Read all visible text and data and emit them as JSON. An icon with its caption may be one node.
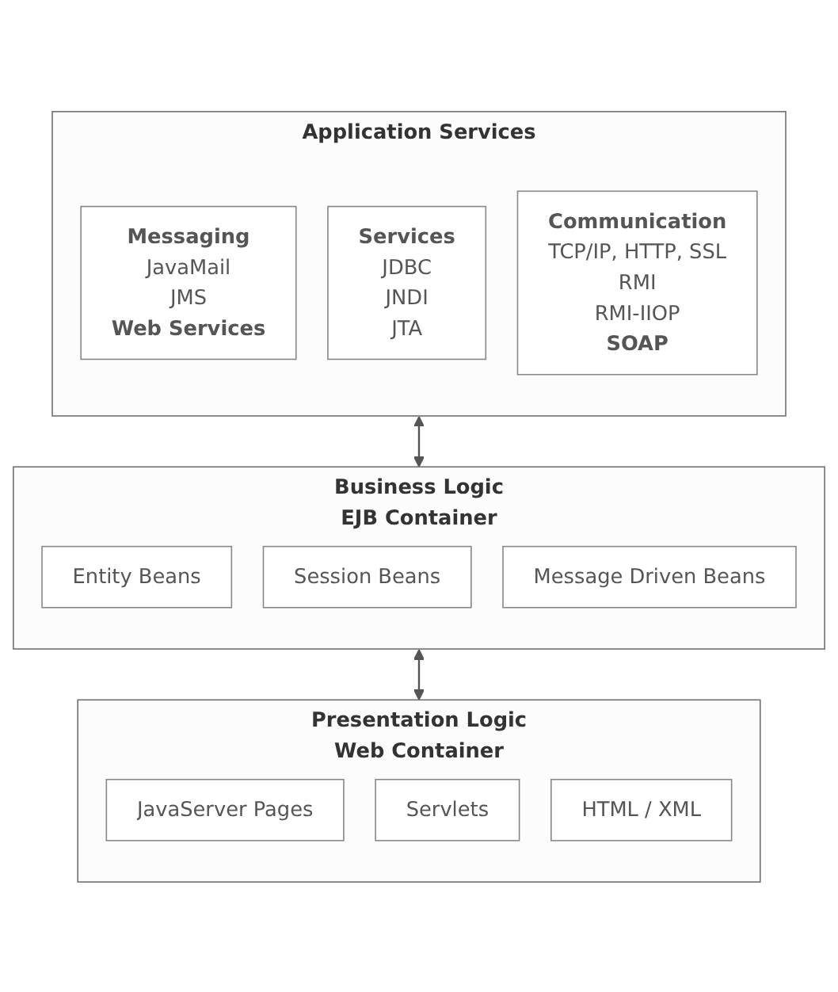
{
  "diagram": {
    "nodes": [
      {
        "text": [
          "Application Services"
        ]
      },
      {
        "text": [
          "Messaging",
          "JavaMail",
          "JMS",
          "Web Services"
        ],
        "in": 0
      },
      {
        "text": [
          "Services",
          "JDBC",
          "JNDI",
          "JTA"
        ],
        "in": 0
      },
      {
        "text": [
          "Communication",
          "TCP/IP, HTTP, SSL",
          "RMI",
          "RMI-IIOP",
          "SOAP"
        ],
        "in": 0
      },
      {
        "text": [
          "Business Logic",
          "EJB Container"
        ]
      },
      {
        "text": [
          "Entity Beans"
        ],
        "in": 4
      },
      {
        "text": [
          "Session Beans"
        ],
        "in": 4
      },
      {
        "text": [
          "Message Driven Beans"
        ],
        "in": 4
      },
      {
        "text": [
          "Presentation Logic",
          "Web Container"
        ]
      },
      {
        "text": [
          "JavaServer Pages"
        ],
        "in": 8
      },
      {
        "text": [
          "Servlets"
        ],
        "in": 8
      },
      {
        "text": [
          "HTML / XML"
        ],
        "in": 8
      }
    ],
    "edges": [
      {
        "from": 0,
        "to": 4,
        "arrow": "both"
      },
      {
        "from": 4,
        "to": 8,
        "arrow": "both"
      }
    ]
  }
}
